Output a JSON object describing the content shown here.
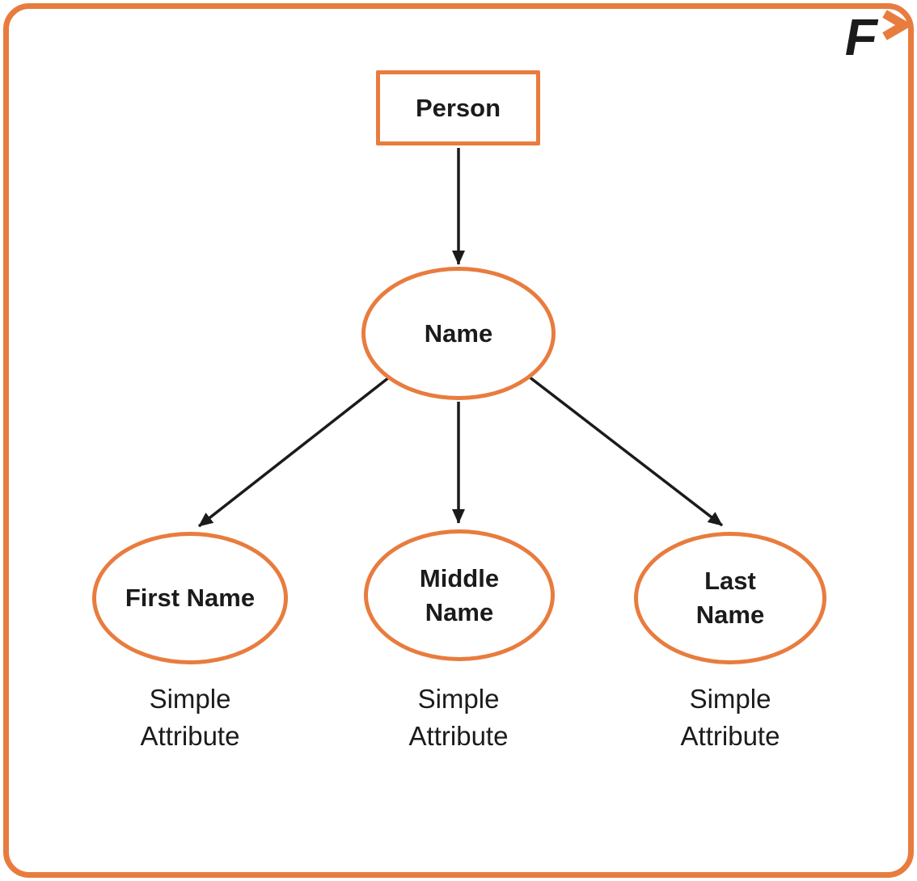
{
  "colors": {
    "accent_orange": "#E87C3E",
    "text_black": "#1B1B1B",
    "background": "#FFFFFF"
  },
  "logo": {
    "letter": "F",
    "chevron_icon": "chevron-right"
  },
  "diagram": {
    "entity": {
      "label": "Person",
      "shape": "rectangle"
    },
    "composite_attribute": {
      "label": "Name",
      "shape": "ellipse"
    },
    "attributes": [
      {
        "label": "First Name",
        "caption": "Simple\nAttribute",
        "shape": "ellipse"
      },
      {
        "label": "Middle\nName",
        "caption": "Simple\nAttribute",
        "shape": "ellipse"
      },
      {
        "label": "Last\nName",
        "caption": "Simple\nAttribute",
        "shape": "ellipse"
      }
    ]
  }
}
